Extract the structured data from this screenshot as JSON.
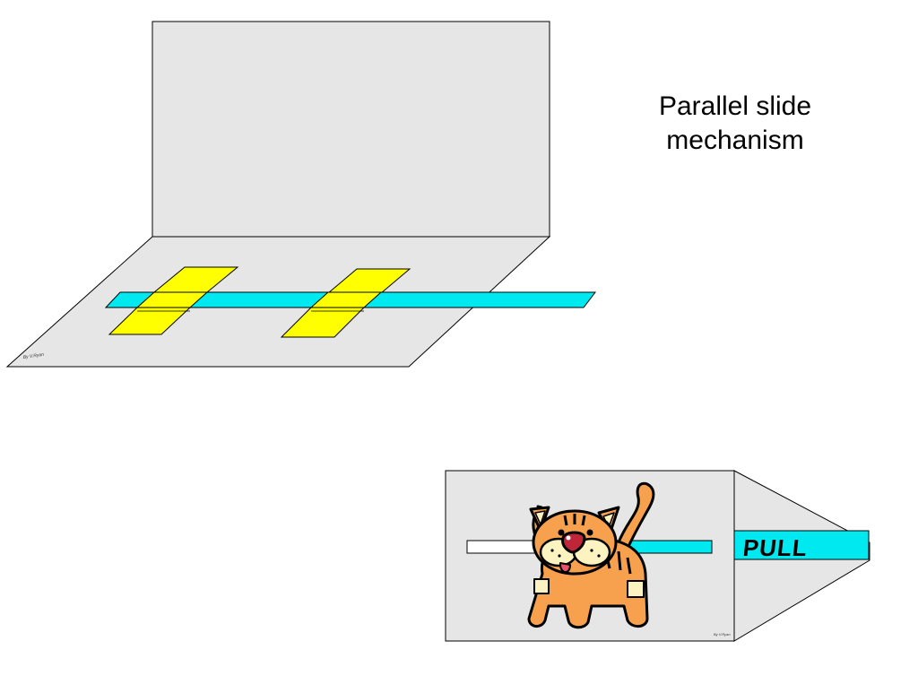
{
  "caption": {
    "line1": "Parallel slide",
    "line2": "mechanism"
  },
  "card_top": {
    "signature": "By V.Ryan"
  },
  "card_bottom": {
    "pull_label": "PULL",
    "signature": "By V.Ryan"
  },
  "colors": {
    "card": "#e6e6e6",
    "slider": "#00e8f0",
    "guide": "#ffff00",
    "cat_orange": "#f7a04d",
    "cat_cream": "#fdf3c0",
    "nose": "#c0263a"
  }
}
